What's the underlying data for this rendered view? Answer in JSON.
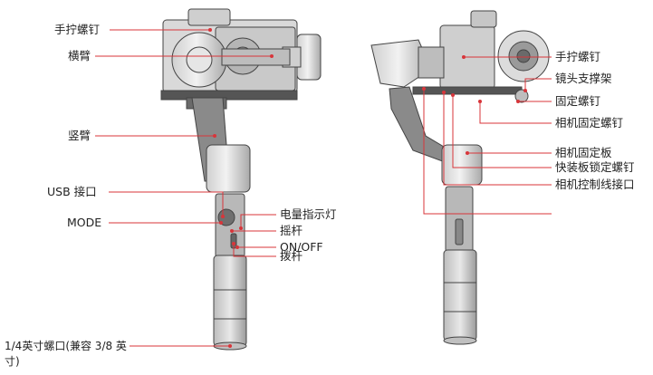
{
  "left_labels": [
    "手拧螺钉",
    "横臂",
    "竖臂",
    "USB 接口",
    "MODE",
    "1/4英寸螺口(兼容 3/8 英寸)"
  ],
  "middle_labels": [
    "电量指示灯",
    "摇杆",
    "ON/OFF",
    "拨杆"
  ],
  "right_labels": [
    "手拧螺钉",
    "镜头支撑架",
    "固定螺钉",
    "相机固定螺钉",
    "相机固定板",
    "快装板锁定螺钉",
    "相机控制线接口"
  ],
  "colors": {
    "leader_line": "#d8353a",
    "text": "#222222",
    "device_stroke": "#444444"
  }
}
